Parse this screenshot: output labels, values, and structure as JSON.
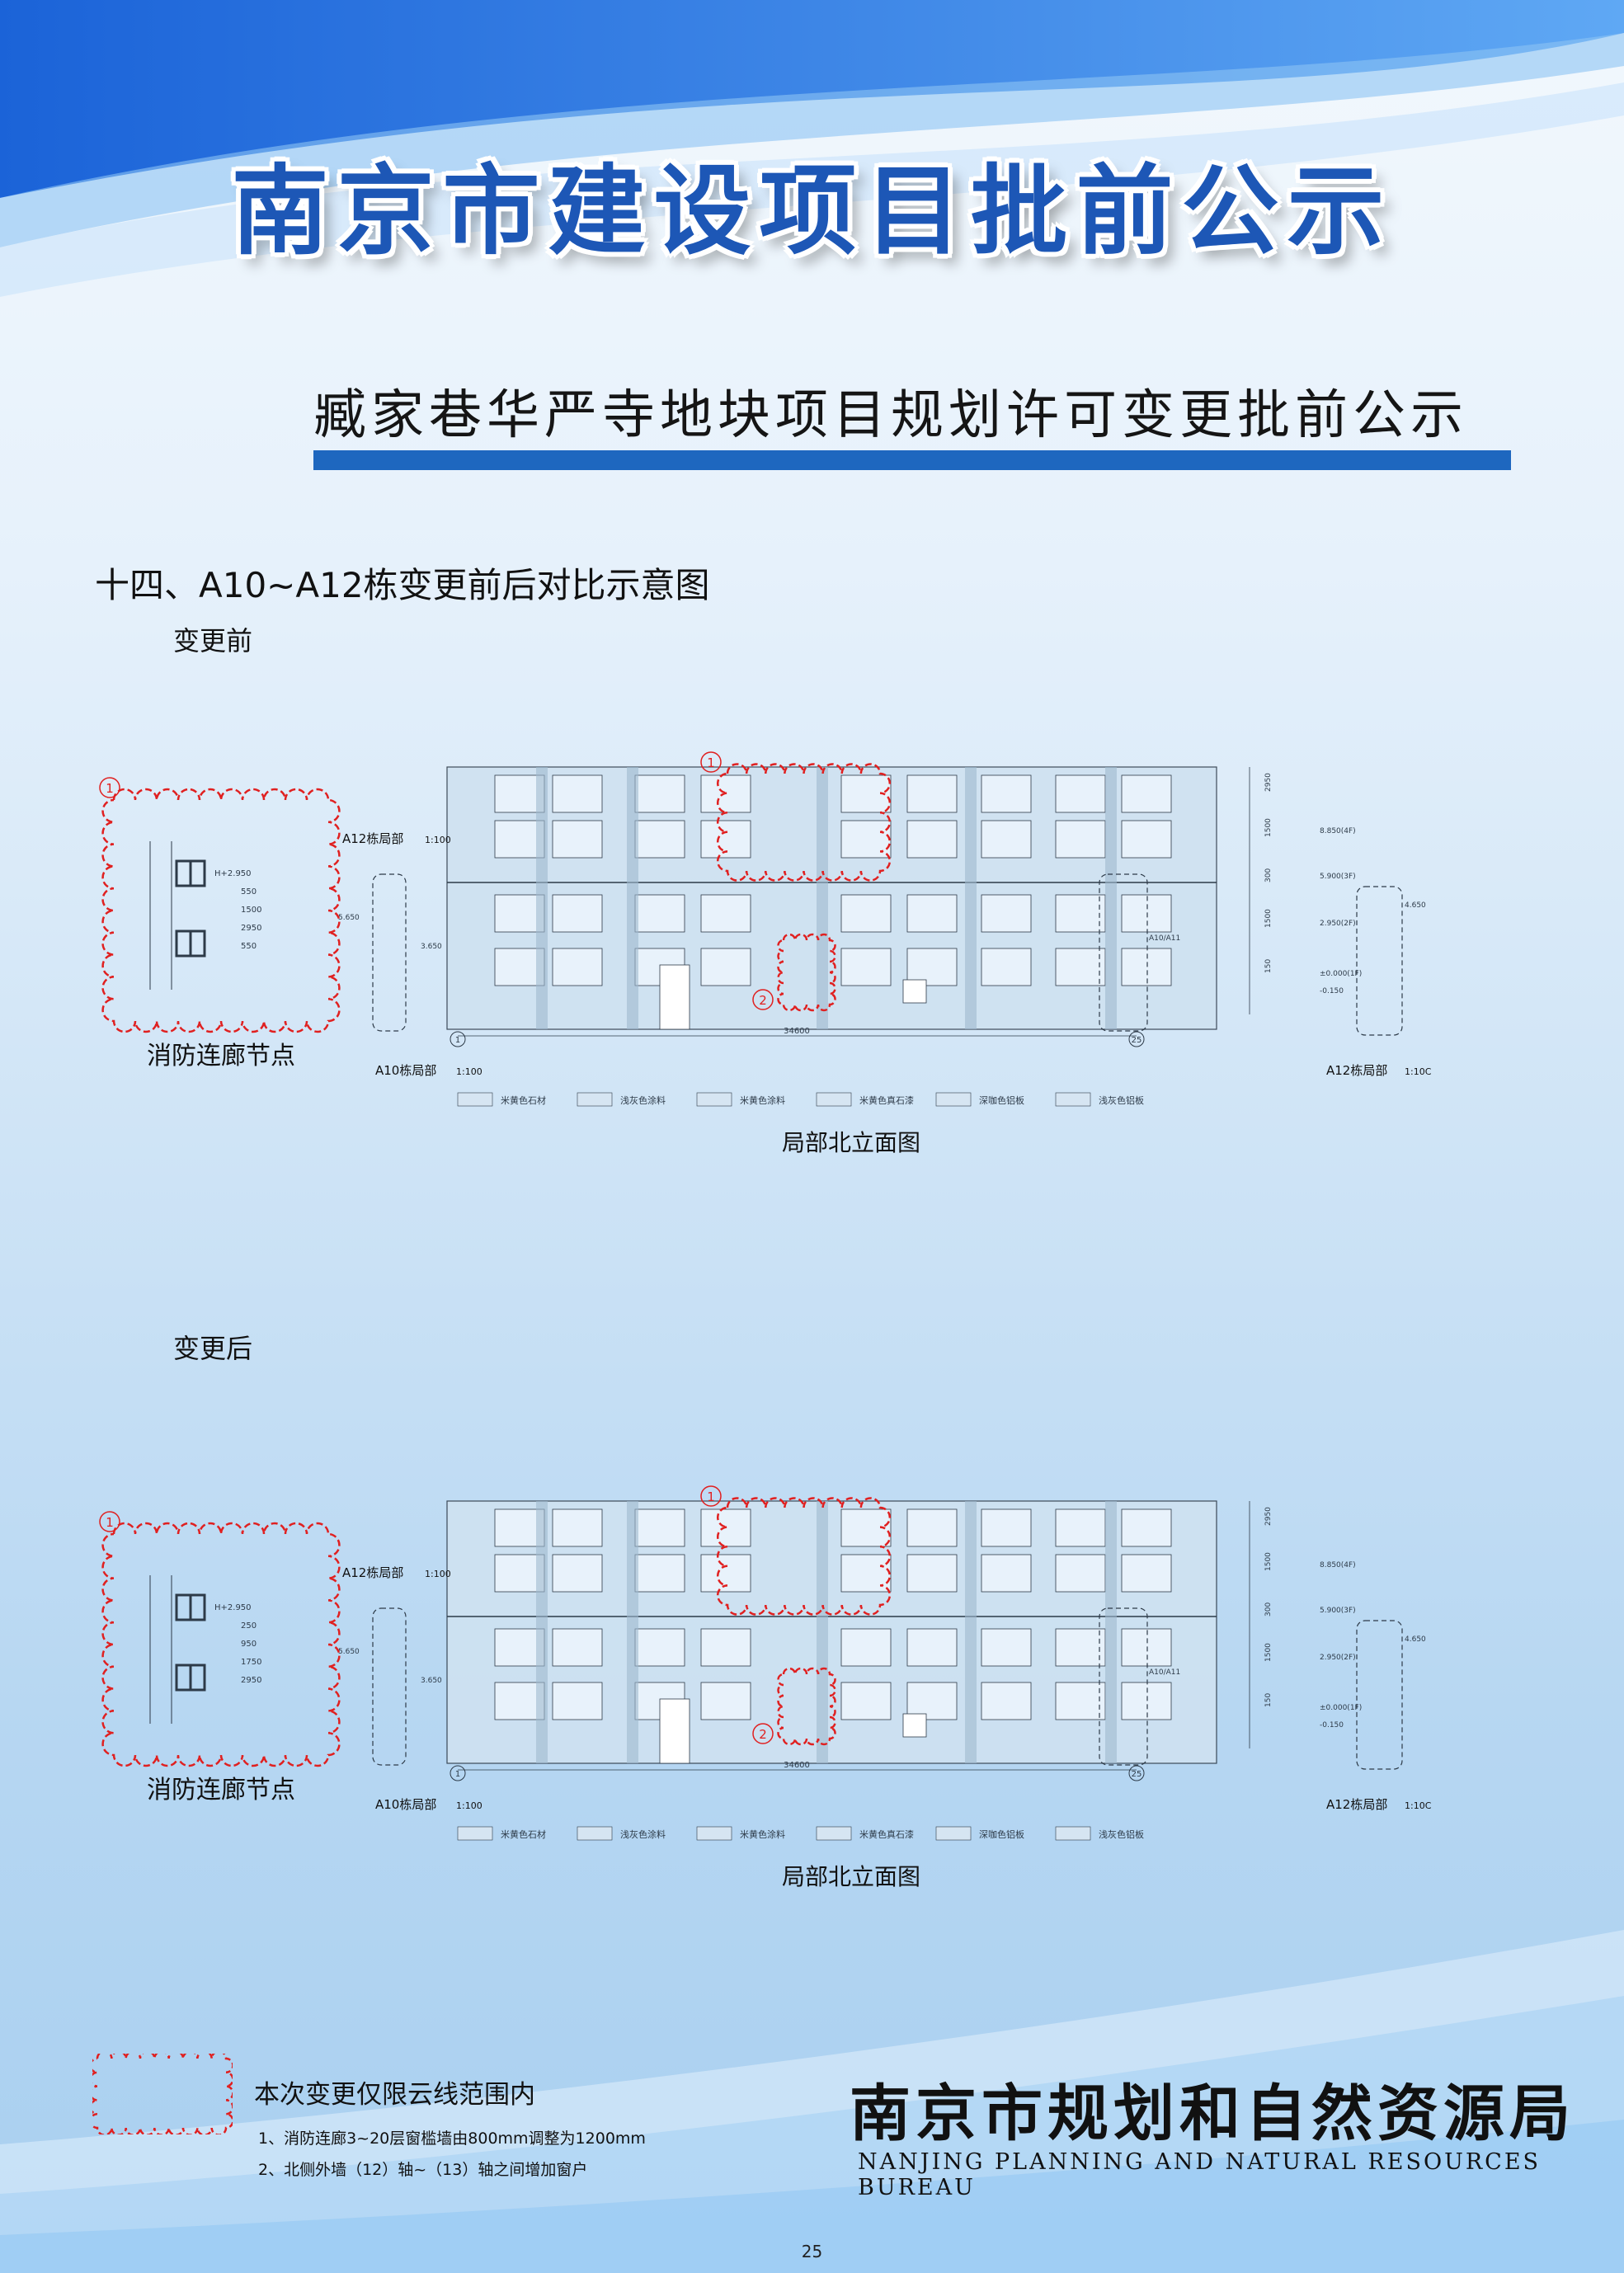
{
  "header": {
    "main_title": "南京市建设项目批前公示",
    "sub_title": "臧家巷华严寺地块项目规划许可变更批前公示"
  },
  "section": {
    "heading": "十四、A10~A12栋变更前后对比示意图",
    "before_label": "变更前",
    "after_label": "变更后"
  },
  "drawing": {
    "node_label": "消防连廊节点",
    "elevation_caption": "局部北立面图",
    "a12_local": "A12栋局部",
    "a10_local": "A10栋局部",
    "scale": "1:100",
    "scale_alt": "1:10C",
    "cloud_1": "1",
    "cloud_2": "2",
    "overall_dim": "34600",
    "axis_left": "1",
    "axis_right": "25",
    "levels": [
      "8.850(4F)",
      "5.900(3F)",
      "2.950(2F)",
      "±0.000(1F)",
      "-0.150"
    ],
    "legend": [
      "米黄色石材",
      "浅灰色涂料",
      "米黄色涂料",
      "米黄色真石漆",
      "深咖色铝板",
      "浅灰色铝板"
    ],
    "node_dims_before": [
      "H+2.950",
      "550",
      "1500",
      "2950",
      "550"
    ],
    "node_dims_after": [
      "H+2.950",
      "250",
      "950",
      "1750",
      "2950"
    ],
    "dim_3650": "3.650",
    "dim_5650": "5.650",
    "dim_4650": "4.650",
    "tag_a10_a11": "A10/A11",
    "tag_a12": "A12",
    "dim_col": [
      "2950",
      "1500",
      "300",
      "1500",
      "150"
    ]
  },
  "legend_note": {
    "text": "本次变更仅限云线范围内",
    "note1": "1、消防连廊3~20层窗槛墙由800mm调整为1200mm",
    "note2": "2、北侧外墙（12）轴~（13）轴之间增加窗户"
  },
  "footer": {
    "org_name": "南京市规划和自然资源局",
    "org_en": "NANJING PLANNING AND NATURAL RESOURCES BUREAU",
    "page_number": "25"
  },
  "colors": {
    "brand_blue": "#1d57b6",
    "rule_blue": "#1e67bf",
    "cloud_red": "#e02020"
  }
}
